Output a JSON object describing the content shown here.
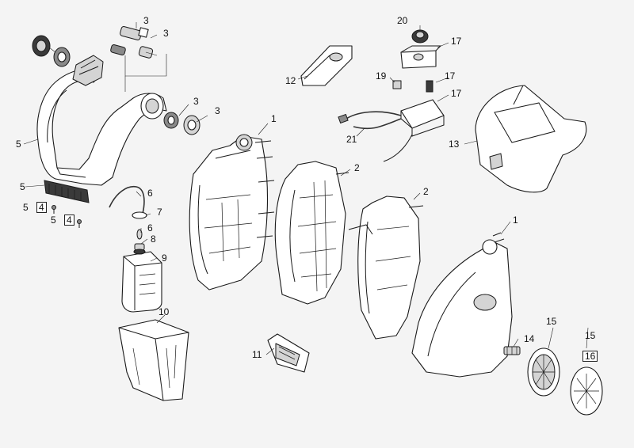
{
  "diagram": {
    "callouts": [
      "1",
      "1",
      "2",
      "2",
      "3",
      "3",
      "3",
      "3",
      "4",
      "4",
      "5",
      "5",
      "5",
      "5",
      "6",
      "6",
      "7",
      "8",
      "9",
      "10",
      "11",
      "12",
      "13",
      "14",
      "15",
      "15",
      "16",
      "17",
      "17",
      "17",
      "19",
      "20",
      "21"
    ]
  },
  "labels": {
    "c1a": "1",
    "c1b": "1",
    "c2a": "2",
    "c2b": "2",
    "c3a": "3",
    "c3b": "3",
    "c3c": "3",
    "c3d": "3",
    "c4a": "4",
    "c4b": "4",
    "c5a": "5",
    "c5b": "5",
    "c5c": "5",
    "c5d": "5",
    "c6a": "6",
    "c6b": "6",
    "c7": "7",
    "c8": "8",
    "c9": "9",
    "c10": "10",
    "c11": "11",
    "c12": "12",
    "c13": "13",
    "c14": "14",
    "c15a": "15",
    "c15b": "15",
    "c16": "16",
    "c17a": "17",
    "c17b": "17",
    "c17c": "17",
    "c19": "19",
    "c20": "20",
    "c21": "21"
  }
}
